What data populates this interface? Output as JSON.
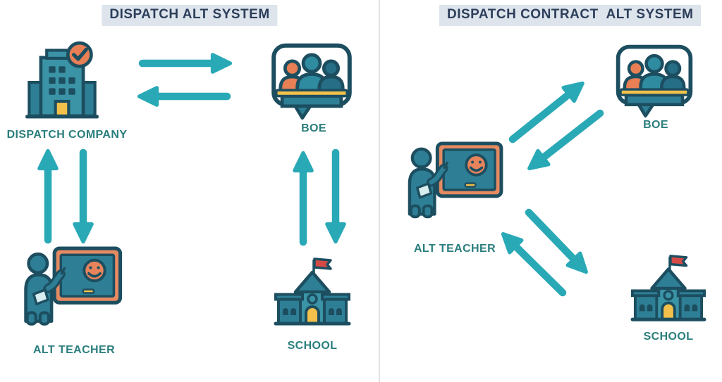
{
  "colors": {
    "arrow_teal": "#29a9b6",
    "icon_teal": "#2e7f96",
    "icon_teal_light": "#3b93a6",
    "icon_outline_dark": "#1c4e60",
    "orange": "#e87f55",
    "yellow": "#f3c14b",
    "flag_red": "#d64a45",
    "label_teal": "#2a7e7d",
    "title_navy": "#2c3e5a",
    "title_background": "#dde4ec",
    "divider_gray": "#e2e2e2"
  },
  "icons": [
    "building-icon",
    "boe-icon",
    "teacher-icon",
    "school-icon"
  ],
  "left_panel": {
    "title": "DISPATCH ALT SYSTEM",
    "nodes": [
      {
        "label": "DISPATCH COMPANY",
        "icon": "building-icon"
      },
      {
        "label": "BOE",
        "icon": "boe-icon"
      },
      {
        "label": "ALT TEACHER",
        "icon": "teacher-icon"
      },
      {
        "label": "SCHOOL",
        "icon": "school-icon"
      }
    ],
    "connections": [
      "DISPATCH COMPANY ⇄ BOE",
      "DISPATCH COMPANY ⇄ ALT TEACHER",
      "BOE ⇄ SCHOOL"
    ]
  },
  "right_panel": {
    "title": "DISPATCH CONTRACT  ALT SYSTEM",
    "nodes": [
      {
        "label": "BOE",
        "icon": "boe-icon"
      },
      {
        "label": "ALT TEACHER",
        "icon": "teacher-icon"
      },
      {
        "label": "SCHOOL",
        "icon": "school-icon"
      }
    ],
    "connections": [
      "ALT TEACHER ⇄ BOE",
      "ALT TEACHER ⇄ SCHOOL"
    ]
  }
}
